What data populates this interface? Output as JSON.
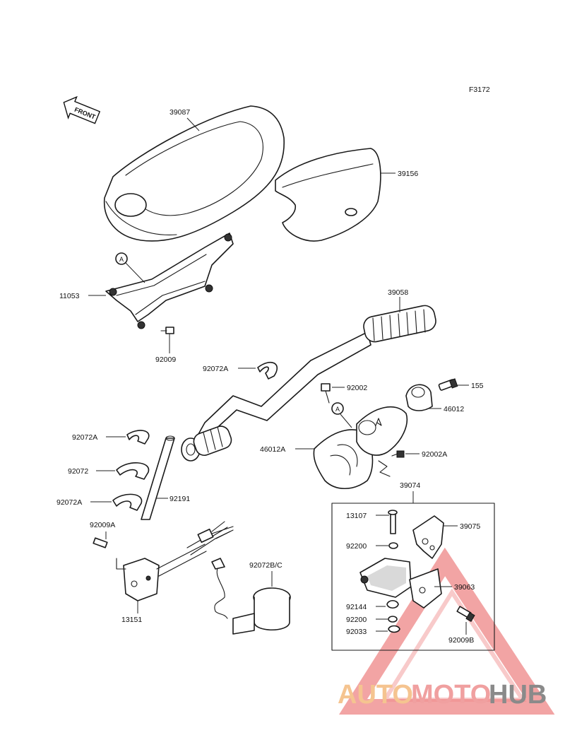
{
  "figure_code": "F3172",
  "front_label": "FRONT",
  "callouts": [
    "A",
    "A"
  ],
  "parts": {
    "seat": "39087",
    "rear_cover": "39156",
    "bracket": "11053",
    "bracket_bolt": "92009",
    "band_a_upper": "92072A",
    "handlebar": "39058",
    "bolt_upper": "92002",
    "bolt_155": "155",
    "holder_upper": "46012",
    "holder_lower": "46012A",
    "bolt_lower": "92002A",
    "band_a_left": "92072A",
    "band_mid": "92072",
    "band_a_lower": "92072A",
    "hose": "92191",
    "lever_assy": "39074",
    "pin": "13107",
    "lever": "39075",
    "washer_1": "92200",
    "switch_bolt": "92009A",
    "clamp_bc": "92072B/C",
    "lever_body": "39063",
    "spring": "92144",
    "washer_2": "92200",
    "circlip": "92033",
    "lever_bolt": "92009B",
    "switch": "13151"
  },
  "watermark": {
    "auto": "AUTO",
    "moto": "MOTO",
    "hub": "HUB",
    "colors": {
      "auto": "#f5c490",
      "moto": "#f0a0a0",
      "hub": "#8a8a8a",
      "triangle": "#e85a5a"
    }
  }
}
